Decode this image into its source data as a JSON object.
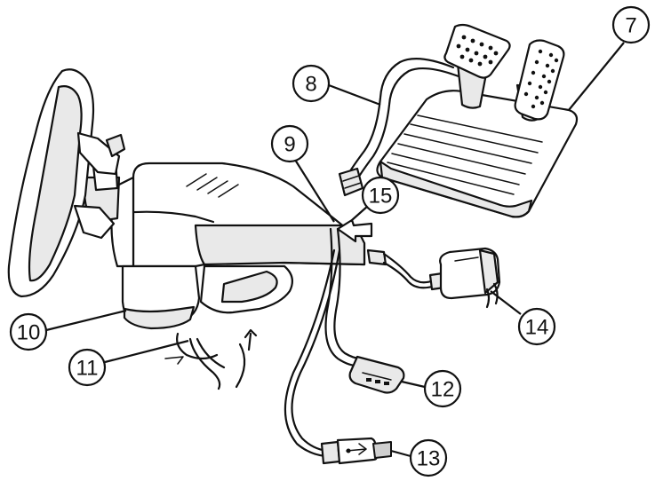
{
  "callouts": [
    {
      "id": "c7",
      "label": "7"
    },
    {
      "id": "c8",
      "label": "8"
    },
    {
      "id": "c9",
      "label": "9"
    },
    {
      "id": "c15",
      "label": "15"
    },
    {
      "id": "c10",
      "label": "10"
    },
    {
      "id": "c11",
      "label": "11"
    },
    {
      "id": "c12",
      "label": "12"
    },
    {
      "id": "c13",
      "label": "13"
    },
    {
      "id": "c14",
      "label": "14"
    }
  ]
}
